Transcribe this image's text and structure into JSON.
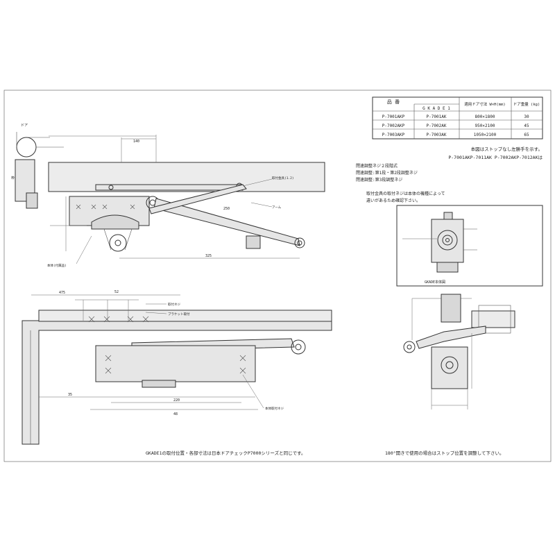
{
  "table": {
    "header": [
      "品 番",
      "適用ドア寸法\nW×H(mm)",
      "ドア重量\n(kg)"
    ],
    "subheader": "G K A D E 1",
    "rows": [
      [
        "P-7001AKP",
        "P-7001AK",
        "800×1800",
        "30"
      ],
      [
        "P-7002AKP",
        "P-7002AK",
        "950×2100",
        "45"
      ],
      [
        "P-7003AKP",
        "P-7003AK",
        "1050×2100",
        "65"
      ]
    ]
  },
  "notes": {
    "line1": "本図はストップなし左勝手を示す。",
    "line2": "P-7001AKP-7011AK P-7002AKP-7012AKは",
    "line3": "閉速調整ネジ２段階式",
    "line4": "閉速調整:第1段・第2段調整ネジ",
    "line5": "閉速調整:第3段調整ネジ",
    "line6": "取付金具の取付ネジは本体の機種によって",
    "line7": "違いがあるため確認下さい。"
  },
  "detail_label": "GKADE本体図",
  "footer_left": "GKADE1の取付位置・各部寸法は日本ドアチェックP7000シリーズと同じです。",
  "footer_right": "180°開きで使用の場合はストップ位置を調整して下さい。",
  "labels": {
    "top_view_door": "ドア",
    "top_view_frame": "枠",
    "callout_bracket": "取付金具(1.2)",
    "callout_arm": "アーム",
    "callout_body": "本体(付属品)",
    "dim_a": "140",
    "dim_b": "325",
    "dim_c": "475",
    "dim_d": "250",
    "dim_e": "52",
    "dim_f": "35",
    "dim_g": "220",
    "dim_h": "48",
    "callout_screw": "取付ネジ",
    "callout_angle": "ブラケット取付",
    "callout_screw2": "本体取付ネジ"
  }
}
